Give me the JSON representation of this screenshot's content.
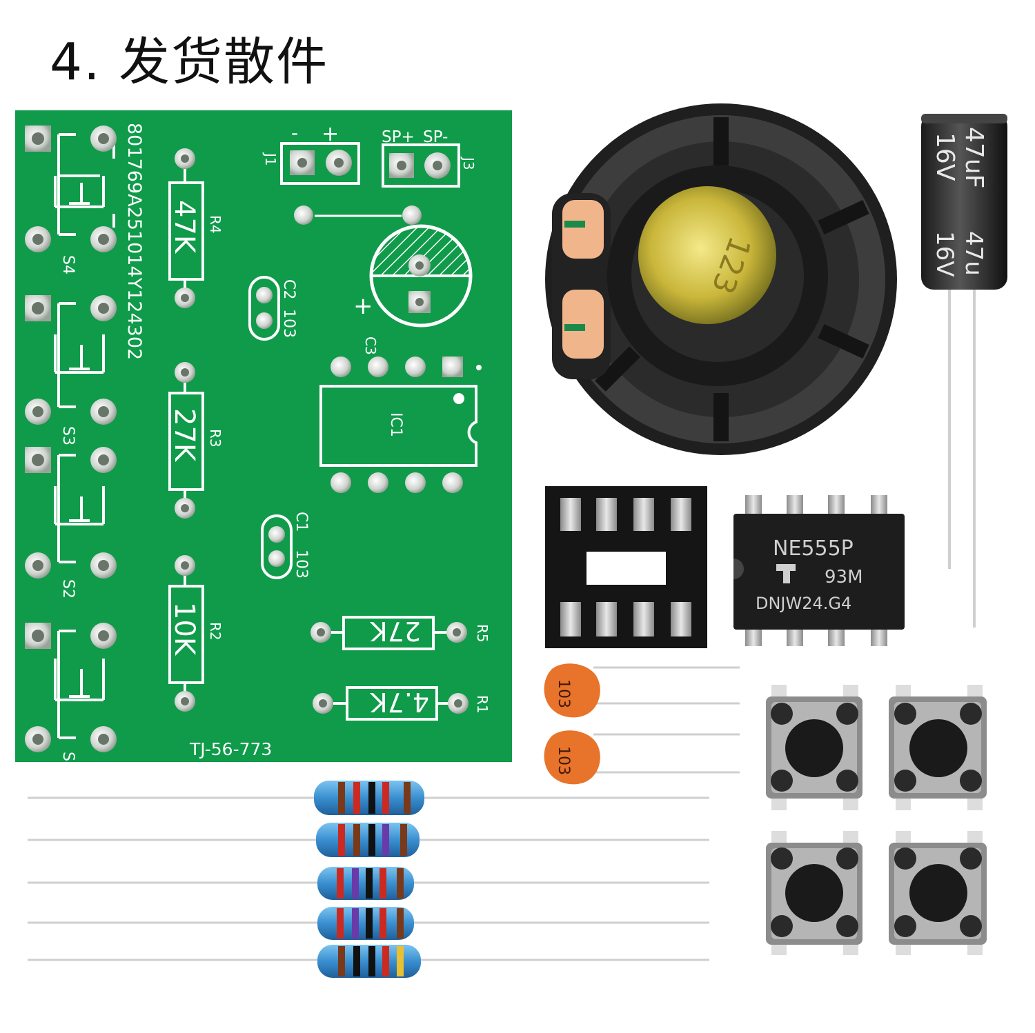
{
  "title": "4. 发货散件",
  "pcb": {
    "serial": "801769A251014Y124302",
    "board_id": "TJ-56-773",
    "switch_labels": [
      "S4",
      "S3",
      "S2",
      "S"
    ],
    "resistors": [
      {
        "ref": "R4",
        "value": "47K"
      },
      {
        "ref": "R3",
        "value": "27K"
      },
      {
        "ref": "R2",
        "value": "10K"
      },
      {
        "ref": "R5",
        "value": "27K"
      },
      {
        "ref": "R1",
        "value": "4.7K"
      }
    ],
    "connectors": [
      {
        "ref": "J1",
        "pins": [
          "-",
          "+"
        ]
      },
      {
        "ref": "J3",
        "pins": [
          "SP+",
          "SP-"
        ]
      }
    ],
    "capacitors": [
      {
        "ref": "C2",
        "value": "103"
      },
      {
        "ref": "C1",
        "value": "103"
      },
      {
        "ref": "C3",
        "polarity": "+"
      }
    ],
    "ic": "IC1"
  },
  "parts": {
    "electrolytic_cap": {
      "line1": "16V",
      "line2": "47uF",
      "line3": "16V",
      "line4": "47u"
    },
    "speaker_center": "123",
    "ic_chip": {
      "line1": "NE555P",
      "line2": "93M",
      "line3": "DNJW24.G4"
    },
    "ceramic_caps": [
      "103",
      "103"
    ]
  },
  "colors": {
    "pcb_green": "#0f9b4a",
    "silkscreen": "#ffffff",
    "pad_silver": "#d8dcd8",
    "ceramic_orange": "#e8732a",
    "resistor_blue": "#3a8fd0"
  }
}
